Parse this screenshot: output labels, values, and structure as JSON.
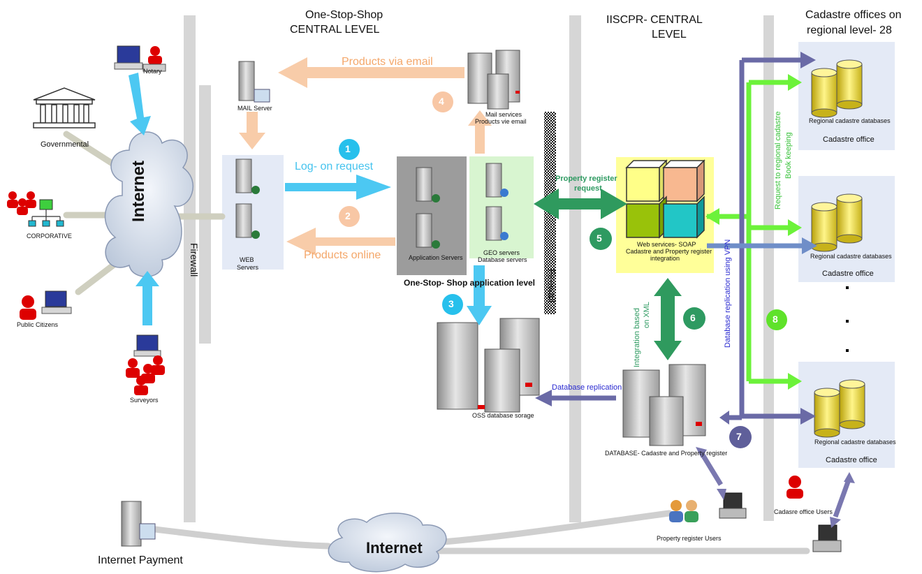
{
  "headers": {
    "oss_central": [
      "One-Stop-Shop",
      "CENTRAL LEVEL"
    ],
    "iiscpr_central": [
      "IISCPR-  CENTRAL",
      "LEVEL"
    ],
    "cadastre_regional": [
      "Cadastre offices on",
      "regional level- 28"
    ]
  },
  "clients": {
    "notary": "Notary",
    "governmental": "Governmental",
    "corporative": "CORPORATIVE",
    "public_citizens": "Public Citizens",
    "surveyors": "Surveyors"
  },
  "internet_top": "Internet",
  "internet_bottom": "Internet",
  "internet_payment": "Internet Payment",
  "firewall_left": "Firewall",
  "firewall_mid": "Firewall",
  "servers": {
    "mail": "MAIL Server",
    "web": [
      "WEB",
      "Servers"
    ],
    "mail_services": [
      "Mail services",
      "Products vie email"
    ],
    "application": "Application Servers",
    "geo": [
      "GEO servers",
      "Database servers"
    ],
    "oss_app_level": "One-Stop-   Shop application level",
    "oss_db": "OSS database sorage",
    "web_services": [
      "Web services- SOAP",
      "Cadastre and Property register",
      "integration"
    ],
    "database": "DATABASE-     Cadastre and Property register"
  },
  "flows": {
    "products_email": "Products via email",
    "logon": "Log- on request",
    "products_online": "Products online",
    "property_request": [
      "Property register",
      "request"
    ],
    "integration_xml": [
      "Integration based",
      "on XML"
    ],
    "db_replication": "Database replication",
    "db_replication_vpn": "Database replication using VPN",
    "request_regional": [
      "Request to regional cadastre",
      "Book keeping"
    ]
  },
  "steps": [
    "1",
    "2",
    "3",
    "4",
    "5",
    "6",
    "7",
    "8"
  ],
  "offices": [
    {
      "db_label": "Regional cadastre databases",
      "office_label": "Cadastre office"
    },
    {
      "db_label": "Regional cadastre databases",
      "office_label": "Cadastre office"
    },
    {
      "db_label": "Regional cadastre databases",
      "office_label": "Cadastre office"
    }
  ],
  "users": {
    "property_register": "Property register Users",
    "cadastre_office": "Cadasre office Users"
  },
  "colors": {
    "step_blue": "#27c0ec",
    "step_orange": "#f8c7a5",
    "step_green": "#2e9a61",
    "step_purple": "#5f5f9a",
    "step_lime": "#5fe22a",
    "divider": "#d6d6d6",
    "zone": "#e4eaf6"
  }
}
